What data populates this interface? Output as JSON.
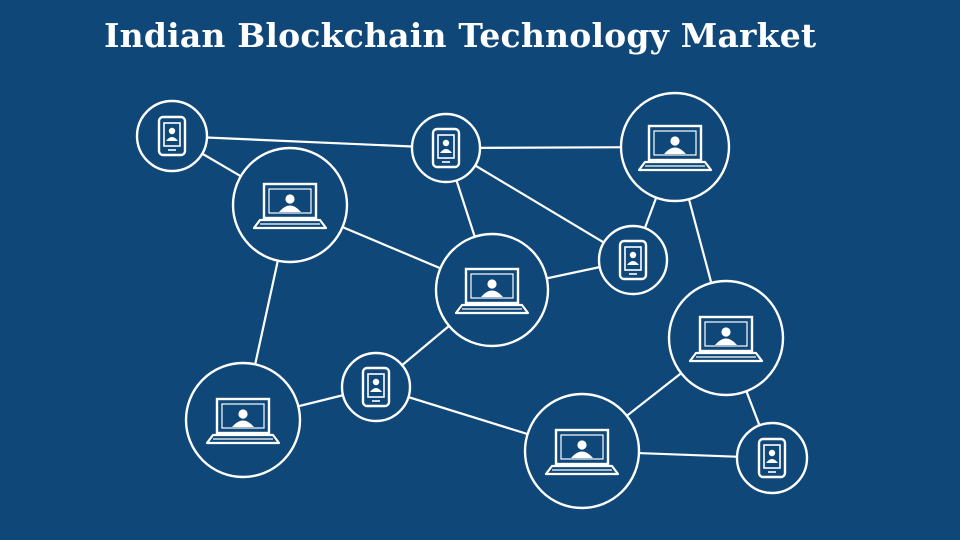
{
  "title": "Indian Blockchain Technology Market",
  "colors": {
    "background": "#0f4779",
    "stroke": "#ffffff"
  },
  "nodes": [
    {
      "id": "n1",
      "kind": "phone-icon"
    },
    {
      "id": "n2",
      "kind": "phone-icon"
    },
    {
      "id": "n3",
      "kind": "laptop-icon"
    },
    {
      "id": "n4",
      "kind": "laptop-icon"
    },
    {
      "id": "n5",
      "kind": "phone-icon"
    },
    {
      "id": "n6",
      "kind": "laptop-icon"
    },
    {
      "id": "n7",
      "kind": "laptop-icon"
    },
    {
      "id": "n8",
      "kind": "phone-icon"
    },
    {
      "id": "n9",
      "kind": "laptop-icon"
    },
    {
      "id": "n10",
      "kind": "laptop-icon"
    },
    {
      "id": "n11",
      "kind": "phone-icon"
    }
  ],
  "edges": [
    [
      "n1",
      "n2"
    ],
    [
      "n1",
      "n4"
    ],
    [
      "n2",
      "n3"
    ],
    [
      "n2",
      "n5"
    ],
    [
      "n2",
      "n6"
    ],
    [
      "n3",
      "n5"
    ],
    [
      "n3",
      "n7"
    ],
    [
      "n4",
      "n6"
    ],
    [
      "n4",
      "n9"
    ],
    [
      "n5",
      "n6"
    ],
    [
      "n6",
      "n8"
    ],
    [
      "n8",
      "n9"
    ],
    [
      "n8",
      "n10"
    ],
    [
      "n7",
      "n10"
    ],
    [
      "n7",
      "n11"
    ],
    [
      "n10",
      "n11"
    ]
  ]
}
